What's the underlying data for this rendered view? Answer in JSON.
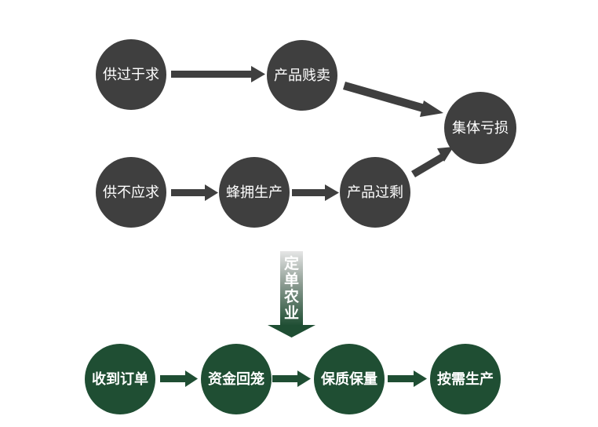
{
  "colors": {
    "problem_node": "#3f3f3f",
    "problem_arrow": "#3f3f3f",
    "solution_node": "#1f4e33",
    "solution_arrow": "#1f4e33",
    "transition_top": "#e6e6e6",
    "transition_bottom": "#1f4e33",
    "text": "#ffffff"
  },
  "nodes": {
    "oversupply": "供过于求",
    "cheap_sale": "产品贱卖",
    "collective_loss": "集体亏损",
    "undersupply": "供不应求",
    "rush_production": "蜂拥生产",
    "overproduction": "产品过剩",
    "receive_orders": "收到订单",
    "funds_return": "资金回笼",
    "quality_assured": "保质保量",
    "on_demand": "按需生产"
  },
  "transition": {
    "chars": [
      "定",
      "单",
      "农",
      "业"
    ]
  }
}
